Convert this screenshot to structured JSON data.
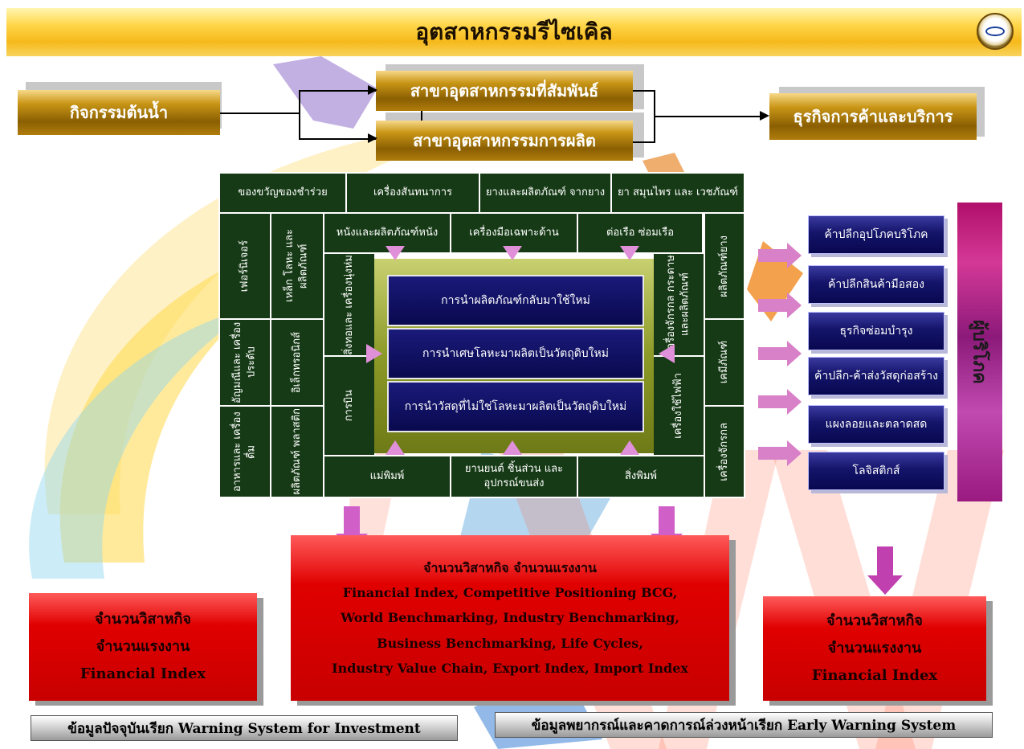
{
  "title": "อุตสาหกรรมรีไซเคิล",
  "top_flow": {
    "upstream": "กิจกรรมต้นน้ำ",
    "related_industry": "สาขาอุตสาหกรรมที่สัมพันธ์",
    "production_industry": "สาขาอุตสาหกรรมการผลิต",
    "trade_service": "ธุรกิจการค้าและบริการ"
  },
  "grid": {
    "top_row": [
      "ของขวัญของชำร่วย",
      "เครื่องสันทนาการ",
      "ยางและผลิตภัณฑ์ จากยาง",
      "ยา สมุนไพร และ เวชภัณฑ์"
    ],
    "second_row": [
      "หนังและผลิตภัณฑ์หนัง",
      "เครื่องมือเฉพาะด้าน",
      "ต่อเรือ ซ่อมเรือ"
    ],
    "left_outer": [
      "เฟอร์นิเจอร์",
      "อัญมณีและ เครื่องประดับ",
      "อาหารและ เครื่องดื่ม"
    ],
    "left_inner": [
      "เหล็ก โลหะ และ ผลิตภัณฑ์",
      "อิเล็กทรอนิกส์",
      "ผลิตภัณฑ์ พลาสติก"
    ],
    "left_third": [
      "สิ่งทอและ เครื่องนุ่งห่ม",
      "การบิน"
    ],
    "right_inner": [
      "เครื่องจักรกล กระดาษ และผลิตภัณฑ์",
      "เครื่องใช้ไฟฟ้า"
    ],
    "right_outer": [
      "ผลิตภัณฑ์ยาง",
      "เคมีภัณฑ์",
      "เครื่องจักรกล"
    ],
    "bottom_row": [
      "แม่พิมพ์",
      "ยานยนต์ ชิ้นส่วน และอุปกรณ์ขนส่ง",
      "สิ่งพิมพ์"
    ]
  },
  "core": [
    "การนำผลิตภัณฑ์กลับมาใช้ใหม่",
    "การนำเศษโลหะมาผลิตเป็นวัตถุดิบใหม่",
    "การนำวัสดุที่ไม่ใช่โลหะมาผลิตเป็นวัตถุดิบใหม่"
  ],
  "trade_boxes": [
    "ค้าปลีกอุปโภคบริโภค",
    "ค้าปลีกสินค้ามือสอง",
    "ธุรกิจซ่อมบำรุง",
    "ค้าปลีก-ค้าส่งวัสดุก่อสร้าง",
    "แผงลอยและตลาดสด",
    "โลจิสติกส์"
  ],
  "consumer": "ผู้บริโภค",
  "left_red": [
    "จำนวนวิสาหกิจ",
    "จำนวนแรงงาน",
    "Financial Index"
  ],
  "center_red": [
    "จำนวนวิสาหกิจ จำนวนแรงงาน",
    "Financial Index, Competitive Positioning BCG,",
    "World Benchmarking, Industry Benchmarking,",
    "Business Benchmarking, Life Cycles,",
    "Industry Value Chain, Export Index, Import Index"
  ],
  "right_red": [
    "จำนวนวิสาหกิจ",
    "จำนวนแรงงาน",
    "Financial Index"
  ],
  "bottom": {
    "left": "ข้อมูลปัจจุบันเรียก Warning System for Investment",
    "right": "ข้อมูลพยากรณ์และคาดการณ์ล่วงหน้าเรียก Early Warning System"
  },
  "colors": {
    "gold": "#9a6b05",
    "dark_green": "#163a16",
    "navy": "#0c0c5a",
    "red": "#e00000",
    "pink_arrow": "#e090d8",
    "magenta": "#b0106a"
  }
}
